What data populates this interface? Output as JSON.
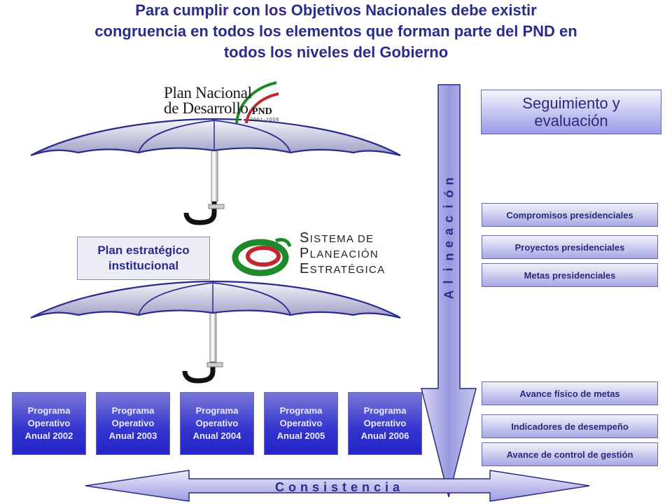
{
  "title": {
    "line1": "Para cumplir con los Objetivos Nacionales debe existir",
    "line2": "congruencia en todos los elementos que forman parte del PND en",
    "line3": "todos los niveles del Gobierno"
  },
  "pnd_logo": {
    "line1": "Plan Nacional",
    "line2": "de Desarrollo",
    "abbr": "PND",
    "years": "2001-2006"
  },
  "plan_box": {
    "line1": "Plan estratégico",
    "line2": "institucional"
  },
  "sps_logo": {
    "l1_cap": "S",
    "l1_rest": "ISTEMA DE",
    "l2_cap": "P",
    "l2_rest": "LANEACIÓN",
    "l3_cap": "E",
    "l3_rest": "STRATÉGICA"
  },
  "programs": [
    {
      "l1": "Programa",
      "l2": "Operativo",
      "l3": "Anual 2002"
    },
    {
      "l1": "Programa",
      "l2": "Operativo",
      "l3": "Anual 2003"
    },
    {
      "l1": "Programa",
      "l2": "Operativo",
      "l3": "Anual 2004"
    },
    {
      "l1": "Programa",
      "l2": "Operativo",
      "l3": "Anual 2005"
    },
    {
      "l1": "Programa",
      "l2": "Operativo",
      "l3": "Anual 2006"
    }
  ],
  "seguimiento": {
    "line1": "Seguimiento y",
    "line2": "evaluación"
  },
  "right_items": {
    "compromisos": "Compromisos presidenciales",
    "proyectos": "Proyectos presidenciales",
    "metas": "Metas presidenciales",
    "avance_fisico": "Avance físico de metas",
    "indicadores": "Indicadores de desempeño",
    "avance_control": "Avance de control de gestión"
  },
  "alineacion": [
    "A",
    "l",
    "i",
    "n",
    "e",
    "a",
    "c",
    "i",
    "ó",
    "n"
  ],
  "consistencia": "Consistencia",
  "colors": {
    "title": "#2b2b8c",
    "program_fill": "#3434d0",
    "button_fill": "#a8a8e6",
    "arrow_fill": "#9a9ae0",
    "logo_green": "#1f8a2c",
    "logo_red": "#c0282e"
  }
}
